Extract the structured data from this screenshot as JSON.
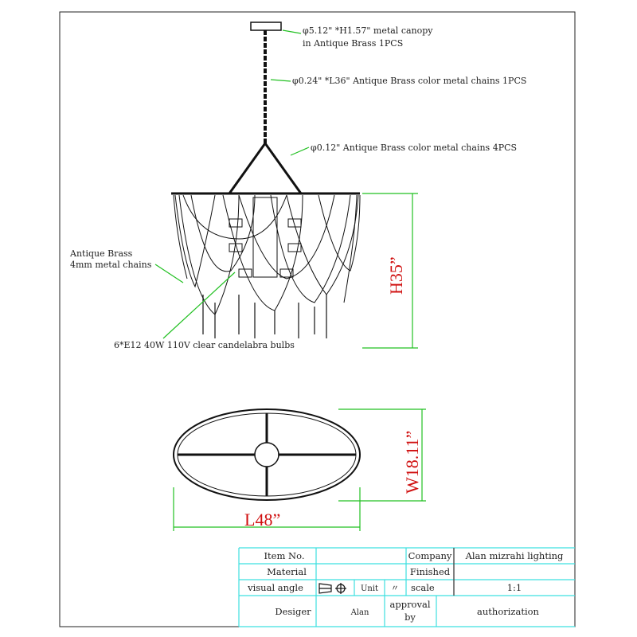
{
  "callouts": {
    "canopy_line1": "φ5.12\" *H1.57\" metal canopy",
    "canopy_line2": "in Antique Brass 1PCS",
    "main_chain": "φ0.24\" *L36\" Antique Brass color metal chains 1PCS",
    "sub_chains": "φ0.12\" Antique Brass color metal chains  4PCS",
    "body_chains_line1": "Antique Brass",
    "body_chains_line2": "4mm metal chains",
    "bulbs": "6*E12 40W 110V clear candelabra  bulbs"
  },
  "dimensions": {
    "height": "H35”",
    "width": "W18.11”",
    "length": "L48”"
  },
  "title_block": {
    "item_no_label": "Item No.",
    "item_no_value": "",
    "company_label": "Company",
    "company_value": "Alan mizrahi lighting",
    "material_label": "Material",
    "material_value": "",
    "finished_label": "Finished",
    "finished_value": "",
    "visual_angle_label": "visual angle",
    "unit_label": "Unit",
    "unit_value": "〃",
    "scale_label": "scale",
    "scale_value": "1:1",
    "designer_label": "Desiger",
    "designer_value": "Alan",
    "approval_label_line1": "approval",
    "approval_label_line2": "by",
    "authorization_label": "authorization"
  },
  "colors": {
    "leader": "#22c022",
    "dimension": "#d01010",
    "table_grid": "#3ee0e0"
  }
}
